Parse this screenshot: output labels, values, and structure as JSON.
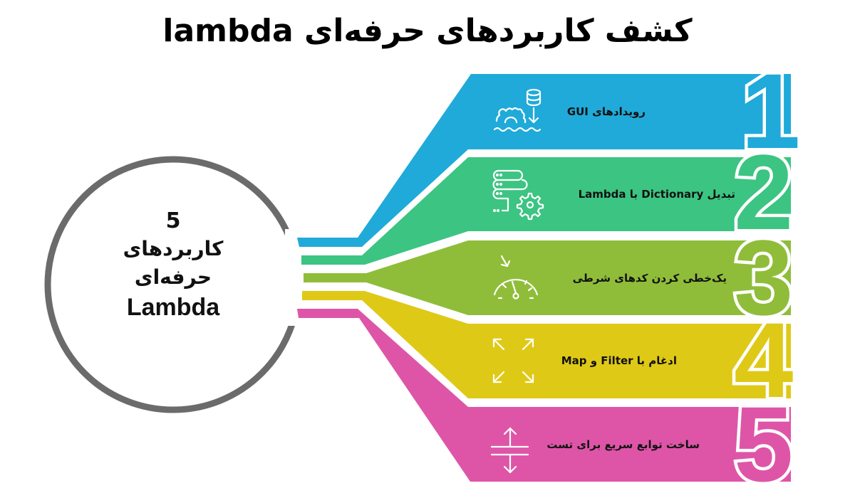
{
  "title": "کشف  کاربردهای حرفه‌ای lambda",
  "center": {
    "number": "5",
    "line1": "کاربردهای",
    "line2": "حرفه‌ای",
    "line3": "Lambda",
    "ring_color": "#6b6b6b"
  },
  "items": [
    {
      "number": "1",
      "label": "رویدادهای GUI",
      "icon": "gear-database-arrow-icon",
      "color": "#1faad9"
    },
    {
      "number": "2",
      "label": "تبدیل  Dictionary با Lambda",
      "icon": "server-gear-icon",
      "color": "#3cc482"
    },
    {
      "number": "3",
      "label": "یک‌خطی کردن کدهای شرطی",
      "icon": "speedometer-icon",
      "color": "#8fbd3a"
    },
    {
      "number": "4",
      "label": "ادغام با Filter و Map",
      "icon": "expand-arrows-icon",
      "color": "#dfc917"
    },
    {
      "number": "5",
      "label": "ساخت توابع سریع برای تست",
      "icon": "vertical-resize-icon",
      "color": "#de55a8"
    }
  ]
}
